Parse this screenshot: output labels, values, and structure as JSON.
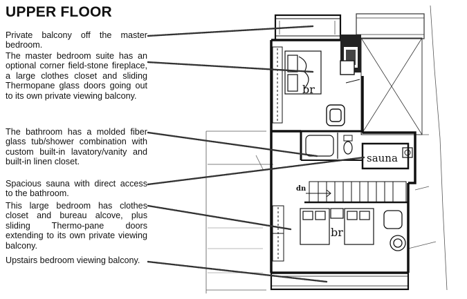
{
  "title": "UPPER FLOOR",
  "notes": [
    "Private balcony off the master bedroom.",
    "The master bedroom suite has an optional corner field-stone fireplace, a large clothes closet and sliding Thermopane glass doors going out to its own private viewing balcony.",
    "The bathroom has a molded fiber glass tub/shower combination with custom built-in lavatory/vanity and built-in linen closet.",
    "Spacious sauna with direct access to the bathroom.",
    "This large bedroom has clothes closet and bureau alcove, plus sliding Thermo-pane doors extending to its own private viewing balcony.",
    "Upstairs bedroom viewing balcony."
  ],
  "plan": {
    "room_master": "br",
    "room_sauna": "sauna",
    "room_bedroom": "br",
    "stair_label": "dn"
  }
}
